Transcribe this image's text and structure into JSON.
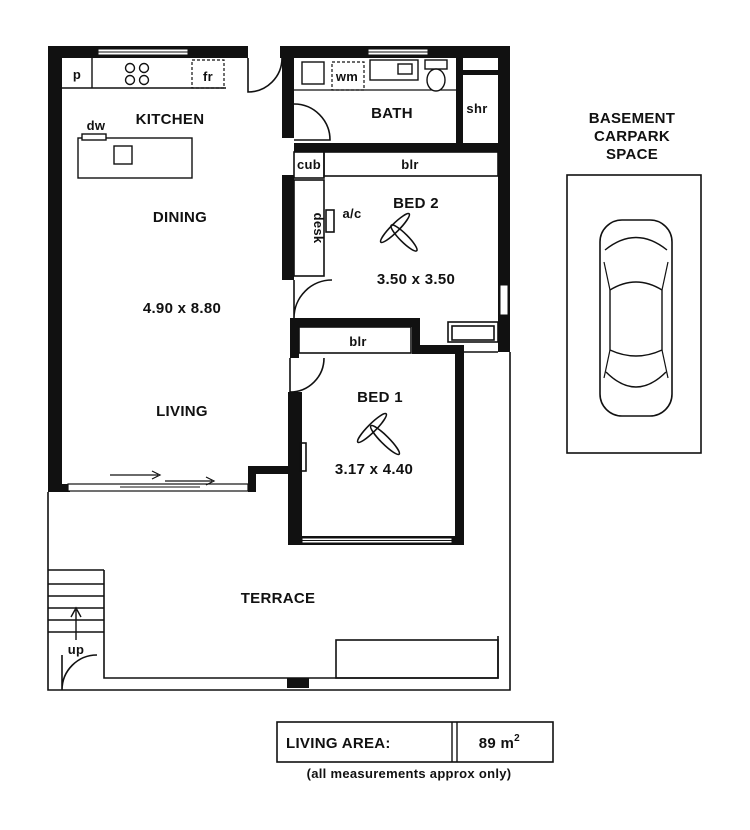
{
  "rooms": {
    "kitchen": "KITCHEN",
    "dining": "DINING",
    "living": "LIVING",
    "main_dims": "4.90 x 8.80",
    "bath": "BATH",
    "bed2": "BED 2",
    "bed2_dims": "3.50 x 3.50",
    "bed1": "BED 1",
    "bed1_dims": "3.17 x 4.40",
    "terrace": "TERRACE"
  },
  "fixtures": {
    "pantry": "p",
    "fridge": "fr",
    "dishwasher": "dw",
    "washing_machine": "wm",
    "shower": "shr",
    "cupboard": "cub",
    "boiler_bed2": "blr",
    "boiler_bed1": "blr",
    "desk": "desk",
    "aircon": "a/c",
    "stairs_up": "up"
  },
  "carpark": {
    "title_line1": "BASEMENT",
    "title_line2": "CARPARK",
    "title_line3": "SPACE"
  },
  "footer": {
    "living_area_label": "LIVING AREA:",
    "living_area_value": "89 m",
    "living_area_unit_sup": "2",
    "note": "(all measurements approx only)"
  }
}
